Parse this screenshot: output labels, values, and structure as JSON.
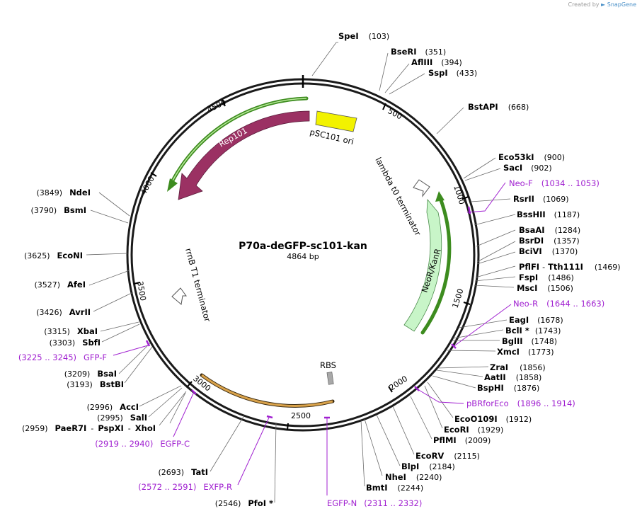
{
  "credit": {
    "prefix": "Created by",
    "brand": "SnapGene"
  },
  "plasmid": {
    "name": "P70a-deGFP-sc101-kan",
    "size": "4864 bp"
  },
  "ticks": [
    "500",
    "1000",
    "1500",
    "2000",
    "2500",
    "3000",
    "3500",
    "4000",
    "4500"
  ],
  "features": {
    "rep101": "Rep101",
    "psc101": "pSC101 ori",
    "lambda": "lambda t0 terminator",
    "neor": "NeoR/KanR",
    "rrnb": "rrnB T1 terminator",
    "rbs": "RBS"
  },
  "enzymes_right": [
    {
      "name": "SpeI",
      "pos": "(103)"
    },
    {
      "name": "BseRI",
      "pos": "(351)"
    },
    {
      "name": "AflIII",
      "pos": "(394)"
    },
    {
      "name": "SspI",
      "pos": "(433)"
    },
    {
      "name": "BstAPI",
      "pos": "(668)"
    },
    {
      "name": "Eco53kI",
      "pos": "(900)"
    },
    {
      "name": "SacI",
      "pos": "(902)"
    },
    {
      "name": "RsrII",
      "pos": "(1069)"
    },
    {
      "name": "BssHII",
      "pos": "(1187)"
    },
    {
      "name": "BsaAI",
      "pos": "(1284)"
    },
    {
      "name": "BsrDI",
      "pos": "(1357)"
    },
    {
      "name": "BciVI",
      "pos": "(1370)"
    },
    {
      "name": "PflFI",
      "pos": ""
    },
    {
      "name": "Tth111I",
      "pos": "(1469)"
    },
    {
      "name": "FspI",
      "pos": "(1486)"
    },
    {
      "name": "MscI",
      "pos": "(1506)"
    },
    {
      "name": "EagI",
      "pos": "(1678)"
    },
    {
      "name": "BclI *",
      "pos": "(1743)"
    },
    {
      "name": "BglII",
      "pos": "(1748)"
    },
    {
      "name": "XmcI",
      "pos": "(1773)"
    },
    {
      "name": "ZraI",
      "pos": "(1856)"
    },
    {
      "name": "AatII",
      "pos": "(1858)"
    },
    {
      "name": "BspHI",
      "pos": "(1876)"
    },
    {
      "name": "EcoO109I",
      "pos": "(1912)"
    },
    {
      "name": "EcoRI",
      "pos": "(1929)"
    },
    {
      "name": "PflMI",
      "pos": "(2009)"
    },
    {
      "name": "EcoRV",
      "pos": "(2115)"
    },
    {
      "name": "BlpI",
      "pos": "(2184)"
    },
    {
      "name": "NheI",
      "pos": "(2240)"
    },
    {
      "name": "BmtI",
      "pos": "(2244)"
    }
  ],
  "enzymes_left": [
    {
      "name": "NdeI",
      "pos": "(3849)"
    },
    {
      "name": "BsmI",
      "pos": "(3790)"
    },
    {
      "name": "EcoNI",
      "pos": "(3625)"
    },
    {
      "name": "AfeI",
      "pos": "(3527)"
    },
    {
      "name": "AvrII",
      "pos": "(3426)"
    },
    {
      "name": "XbaI",
      "pos": "(3315)"
    },
    {
      "name": "SbfI",
      "pos": "(3303)"
    },
    {
      "name": "BsaI",
      "pos": "(3209)"
    },
    {
      "name": "BstBI",
      "pos": "(3193)"
    },
    {
      "name": "AccI",
      "pos": "(2996)"
    },
    {
      "name": "SalI",
      "pos": "(2995)"
    },
    {
      "name": "PaeR7I",
      "pos": "(2959)"
    },
    {
      "name": "PspXI",
      "pos": ""
    },
    {
      "name": "XhoI",
      "pos": ""
    },
    {
      "name": "TatI",
      "pos": "(2693)"
    },
    {
      "name": "PfoI *",
      "pos": "(2546)"
    }
  ],
  "primers": [
    {
      "name": "Neo-F",
      "range": "(1034 .. 1053)"
    },
    {
      "name": "Neo-R",
      "range": "(1644 .. 1663)"
    },
    {
      "name": "pBRforEco",
      "range": "(1896 .. 1914)"
    },
    {
      "name": "EGFP-N",
      "range": "(2311 .. 2332)"
    },
    {
      "name": "EXFP-R",
      "range": "(2572 .. 2591)"
    },
    {
      "name": "EGFP-C",
      "range": "(2919 .. 2940)"
    },
    {
      "name": "GFP-F",
      "range": "(3225 .. 3245)"
    }
  ],
  "colors": {
    "rep101": "#9b3163",
    "psc101": "#f2f200",
    "neor": "#c8f5c8",
    "green_outline": "#3d8c1f",
    "rbs": "#a8a8a8",
    "orange_arc": "#d9a24a",
    "primer": "#a020d0"
  }
}
